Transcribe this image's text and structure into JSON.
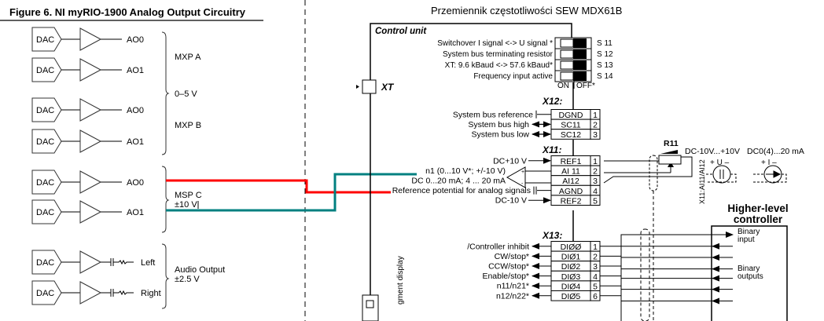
{
  "left_figure": {
    "title": "Figure 6.  NI myRIO-1900 Analog Output Circuitry",
    "dac_label": "DAC",
    "channels": [
      {
        "output": "AO0",
        "group": "mxp_a"
      },
      {
        "output": "AO1",
        "group": "mxp_a"
      },
      {
        "output": "AO0",
        "group": "mxp_b"
      },
      {
        "output": "AO1",
        "group": "mxp_b"
      },
      {
        "output": "AO0",
        "group": "msp_c"
      },
      {
        "output": "AO1",
        "group": "msp_c"
      },
      {
        "output": "Left",
        "group": "audio"
      },
      {
        "output": "Right",
        "group": "audio"
      }
    ],
    "groups": {
      "mxp_a": "MXP A",
      "range_05": "0–5 V",
      "mxp_b": "MXP B",
      "msp_c": "MSP C",
      "msp_c_range": "±10 V",
      "audio": "Audio Output",
      "audio_range": "±2.5 V"
    }
  },
  "wires": {
    "ao0_color": "#ff0000",
    "ao1_color": "#008080"
  },
  "right_figure": {
    "title": "Przemiennik częstotliwości SEW   MDX61B",
    "control_unit_label": "Control unit",
    "xt_label": "XT",
    "switches": [
      {
        "label": "Switchover  I signal  <-> U signal *",
        "id": "S 11"
      },
      {
        "label": "System bus terminating resistor",
        "id": "S 12"
      },
      {
        "label": "XT: 9.6 kBaud <-> 57.6 kBaud*",
        "id": "S 13"
      },
      {
        "label": "Frequency input active",
        "id": "S 14"
      }
    ],
    "switch_on": "ON",
    "switch_off": "OFF*",
    "x12": {
      "label": "X12:",
      "rows": [
        {
          "desc": "System bus reference",
          "terminal": "DGND",
          "pin": "1"
        },
        {
          "desc": "System bus high",
          "terminal": "SC11",
          "pin": "2"
        },
        {
          "desc": "System bus low",
          "terminal": "SC12",
          "pin": "3"
        }
      ]
    },
    "x11": {
      "label": "X11:",
      "rows": [
        {
          "desc": "DC+10 V",
          "terminal": "REF1",
          "pin": "1"
        },
        {
          "desc": "n1 (0...10 V*; +/-10 V)",
          "terminal": "AI 11",
          "pin": "2"
        },
        {
          "desc": "DC 0...20 mA; 4 ... 20 mA",
          "terminal": "AI12",
          "pin": "3"
        },
        {
          "desc": "Reference potential for analog signals",
          "terminal": "AGND",
          "pin": "4"
        },
        {
          "desc": "DC-10 V",
          "terminal": "REF2",
          "pin": "5"
        }
      ]
    },
    "x13": {
      "label": "X13:",
      "rows": [
        {
          "desc": "/Controller inhibit",
          "terminal": "DIØØ",
          "pin": "1"
        },
        {
          "desc": "CW/stop*",
          "terminal": "DIØ1",
          "pin": "2"
        },
        {
          "desc": "CCW/stop*",
          "terminal": "DIØ2",
          "pin": "3"
        },
        {
          "desc": "Enable/stop*",
          "terminal": "DIØ3",
          "pin": "4"
        },
        {
          "desc": "n11/n21*",
          "terminal": "DIØ4",
          "pin": "5"
        },
        {
          "desc": "n12/n22*",
          "terminal": "DIØ5",
          "pin": "6"
        }
      ]
    },
    "r11_label": "R11",
    "voltage_source_label": "DC-10V...+10V",
    "current_source_label": "DC0(4)...20 mA",
    "u_label": "+ U –",
    "i_label": "+ I –",
    "vertical_ref": "X11:AI11/AI12",
    "higher_controller": [
      "Higher-level",
      "controller"
    ],
    "binary_input": [
      "Binary",
      "input"
    ],
    "binary_outputs": [
      "Binary",
      "outputs"
    ],
    "segment_display": "gment display"
  }
}
